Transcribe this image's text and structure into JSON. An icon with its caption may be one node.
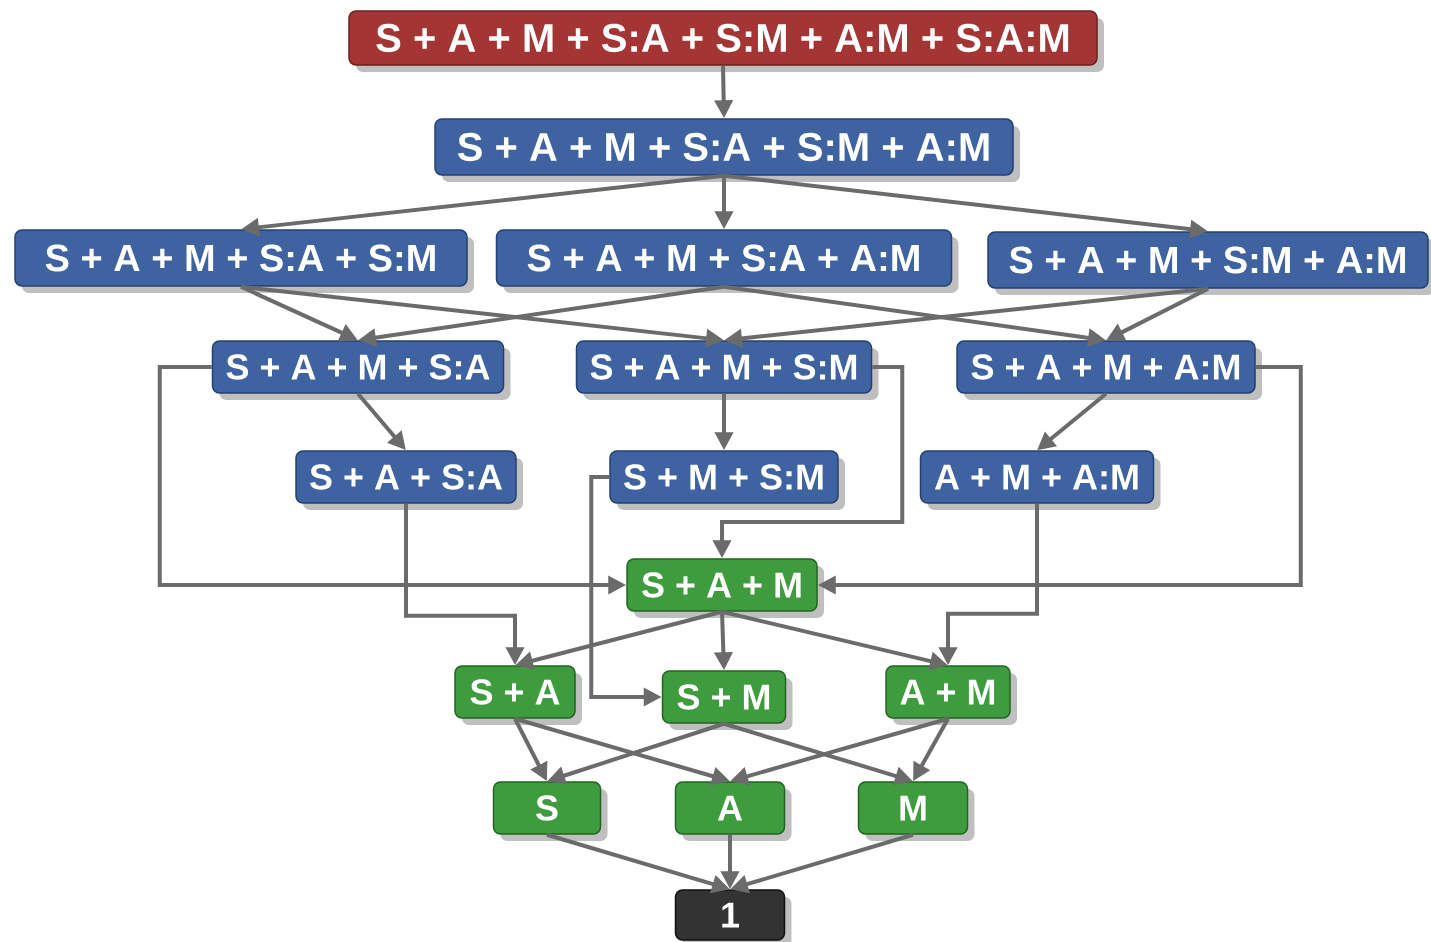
{
  "diagram": {
    "nodes": [
      {
        "text": [
          "S + A + M + S:A + S:M + A:M + S:A:M"
        ]
      },
      {
        "text": [
          "S + A + M + S:A + S:M + A:M"
        ]
      },
      {
        "text": [
          "S + A + M + S:A + S:M"
        ]
      },
      {
        "text": [
          "S + A + M + S:A + A:M"
        ]
      },
      {
        "text": [
          "S + A + M + S:M + A:M"
        ]
      },
      {
        "text": [
          "S + A + M + S:A"
        ]
      },
      {
        "text": [
          "S + A + M + S:M"
        ]
      },
      {
        "text": [
          "S + A + M + A:M"
        ]
      },
      {
        "text": [
          "S + A + S:A"
        ]
      },
      {
        "text": [
          "S + M + S:M"
        ]
      },
      {
        "text": [
          "A + M + A:M"
        ]
      },
      {
        "text": [
          "S + A + M"
        ]
      },
      {
        "text": [
          "S + A"
        ]
      },
      {
        "text": [
          "S + M"
        ]
      },
      {
        "text": [
          "A + M"
        ]
      },
      {
        "text": [
          "S"
        ]
      },
      {
        "text": [
          "A"
        ]
      },
      {
        "text": [
          "M"
        ]
      },
      {
        "text": [
          "1"
        ]
      }
    ],
    "edges": [
      {
        "from": 0,
        "to": 1,
        "arrow": "to"
      },
      {
        "from": 1,
        "to": 2,
        "arrow": "to"
      },
      {
        "from": 1,
        "to": 3,
        "arrow": "to"
      },
      {
        "from": 1,
        "to": 4,
        "arrow": "to"
      },
      {
        "from": 2,
        "to": 5,
        "arrow": "to"
      },
      {
        "from": 2,
        "to": 6,
        "arrow": "to"
      },
      {
        "from": 3,
        "to": 5,
        "arrow": "to"
      },
      {
        "from": 3,
        "to": 7,
        "arrow": "to"
      },
      {
        "from": 4,
        "to": 6,
        "arrow": "to"
      },
      {
        "from": 4,
        "to": 7,
        "arrow": "to"
      },
      {
        "from": 5,
        "to": 8,
        "arrow": "to"
      },
      {
        "from": 6,
        "to": 9,
        "arrow": "to"
      },
      {
        "from": 7,
        "to": 10,
        "arrow": "to"
      },
      {
        "from": 5,
        "to": 11,
        "arrow": "to"
      },
      {
        "from": 6,
        "to": 11,
        "arrow": "to"
      },
      {
        "from": 7,
        "to": 11,
        "arrow": "to"
      },
      {
        "from": 8,
        "to": 12,
        "arrow": "to"
      },
      {
        "from": 9,
        "to": 13,
        "arrow": "to"
      },
      {
        "from": 10,
        "to": 14,
        "arrow": "to"
      },
      {
        "from": 11,
        "to": 12,
        "arrow": "to"
      },
      {
        "from": 11,
        "to": 13,
        "arrow": "to"
      },
      {
        "from": 11,
        "to": 14,
        "arrow": "to"
      },
      {
        "from": 12,
        "to": 15,
        "arrow": "to"
      },
      {
        "from": 12,
        "to": 16,
        "arrow": "to"
      },
      {
        "from": 13,
        "to": 15,
        "arrow": "to"
      },
      {
        "from": 13,
        "to": 17,
        "arrow": "to"
      },
      {
        "from": 14,
        "to": 16,
        "arrow": "to"
      },
      {
        "from": 14,
        "to": 17,
        "arrow": "to"
      },
      {
        "from": 15,
        "to": 18,
        "arrow": "to"
      },
      {
        "from": 16,
        "to": 18,
        "arrow": "to"
      },
      {
        "from": 17,
        "to": 18,
        "arrow": "to"
      }
    ]
  }
}
